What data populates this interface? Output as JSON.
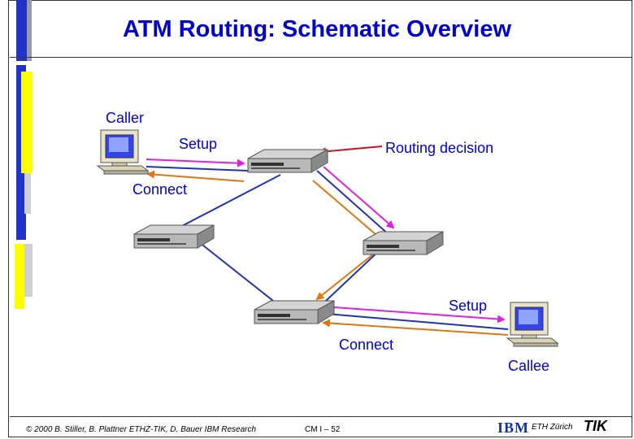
{
  "title": "ATM Routing: Schematic Overview",
  "labels": {
    "caller": "Caller",
    "setup_top": "Setup",
    "routing_decision": "Routing decision",
    "connect_top": "Connect",
    "setup_bottom": "Setup",
    "connect_bottom": "Connect",
    "callee": "Callee"
  },
  "footer": {
    "copyright": "© 2000 B. Stiller, B. Plattner ETHZ-TIK, D. Bauer IBM Research",
    "slide_number": "CM I – 52",
    "ibm_logo": "IBM",
    "eth": "ETH Zürich",
    "tik_logo": "TIK"
  },
  "colors": {
    "title": "#0000cc",
    "link": "#2233aa",
    "setup_arrow": "#dd22dd",
    "connect_arrow": "#dd7711",
    "routing_arrow": "#cc1122",
    "bar_blue": "#2233cc",
    "bar_yellow": "#ffff00"
  }
}
